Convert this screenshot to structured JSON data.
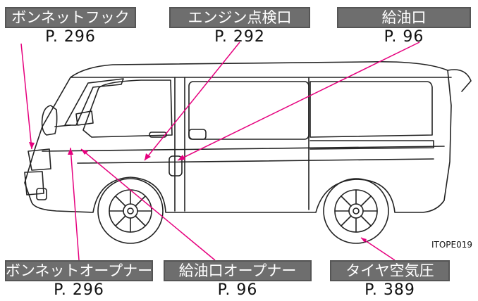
{
  "callouts": {
    "hood_hook": {
      "label": "ボンネットフック",
      "page": "P. 296"
    },
    "engine_check": {
      "label": "エンジン点検口",
      "page": "P. 292"
    },
    "fuel_inlet": {
      "label": "給油口",
      "page": "P. 96"
    },
    "hood_opener": {
      "label": "ボンネットオープナー",
      "page": "P. 296"
    },
    "fuel_opener": {
      "label": "給油口オープナー",
      "page": "P. 96"
    },
    "tire_pressure": {
      "label": "タイヤ空気圧",
      "page": "P. 389"
    }
  },
  "figure_code": "ITOPE019",
  "colors": {
    "leader": "#e6007e",
    "label_bg": "#6e6e6e",
    "line": "#222222"
  }
}
